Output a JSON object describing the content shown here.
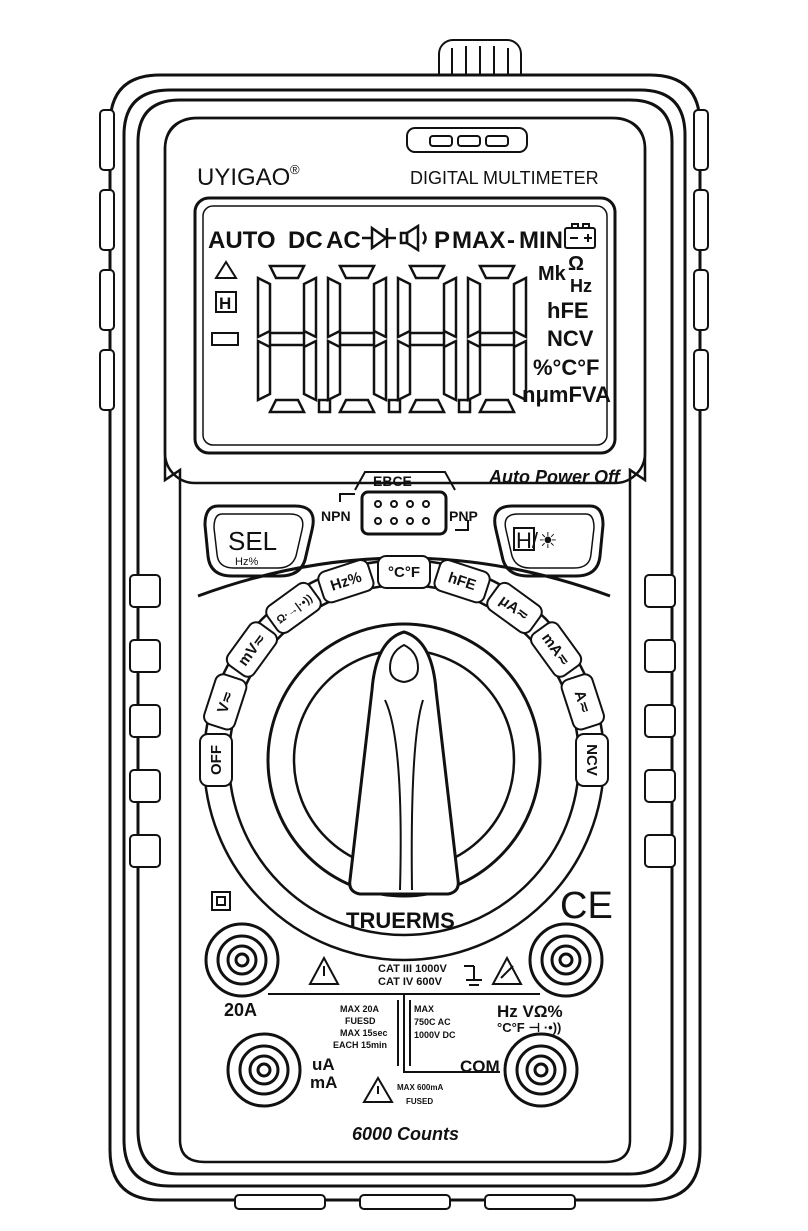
{
  "brand": {
    "name": "UYIGAO",
    "registered_mark": "®",
    "model_label": "DIGITAL MULTIMETER"
  },
  "lcd": {
    "indicators": [
      "AUTO",
      "DC",
      "AC",
      "P",
      "MAX",
      "-",
      "MIN"
    ],
    "auto": "AUTO",
    "dc": "DC",
    "ac": "AC",
    "p": "P",
    "max": "MAX",
    "dash": "-",
    "min": "MIN",
    "unit_mk": "Mk",
    "unit_ohm": "Ω",
    "unit_hz": "Hz",
    "unit_hfe": "hFE",
    "unit_ncv": "NCV",
    "unit_pct_temp": "%°C°F",
    "unit_small": "nμmFVA",
    "hold_glyph": "H",
    "digits": "8888"
  },
  "auto_power_off": "Auto Power Off",
  "transistor_socket": {
    "label": "EBCE",
    "npn": "NPN",
    "pnp": "PNP"
  },
  "buttons": {
    "sel_label": "SEL",
    "sel_sub": "Hz%",
    "hold_label": "H/☀"
  },
  "dial_positions": [
    "OFF",
    "V≂",
    "mV≂",
    "Ω·→|·•))",
    "Hz%",
    "°C°F",
    "hFE",
    "μA≂",
    "mA≂",
    "A≂",
    "NCV"
  ],
  "trms_label": "TRUERMS",
  "ce_mark": "CE",
  "jacks": {
    "a20": "20A",
    "ua_ma_1": "uA",
    "ua_ma_2": "mA",
    "com": "COM",
    "v_ohm": "Hz VΩ%",
    "v_ohm_2": "°C°F ⊣ ·•))"
  },
  "warnings": {
    "cat_1": "CAT III 1000V",
    "cat_2": "CAT IV 600V",
    "a20_1": "MAX 20A",
    "a20_2": "FUESD",
    "a20_3": "MAX 15sec",
    "a20_4": "EACH 15min",
    "v_1": "MAX",
    "v_2": "750C AC",
    "v_3": "1000V DC",
    "ma_1": "MAX 600mA",
    "ma_2": "FUSED"
  },
  "counts_label": "6000 Counts"
}
